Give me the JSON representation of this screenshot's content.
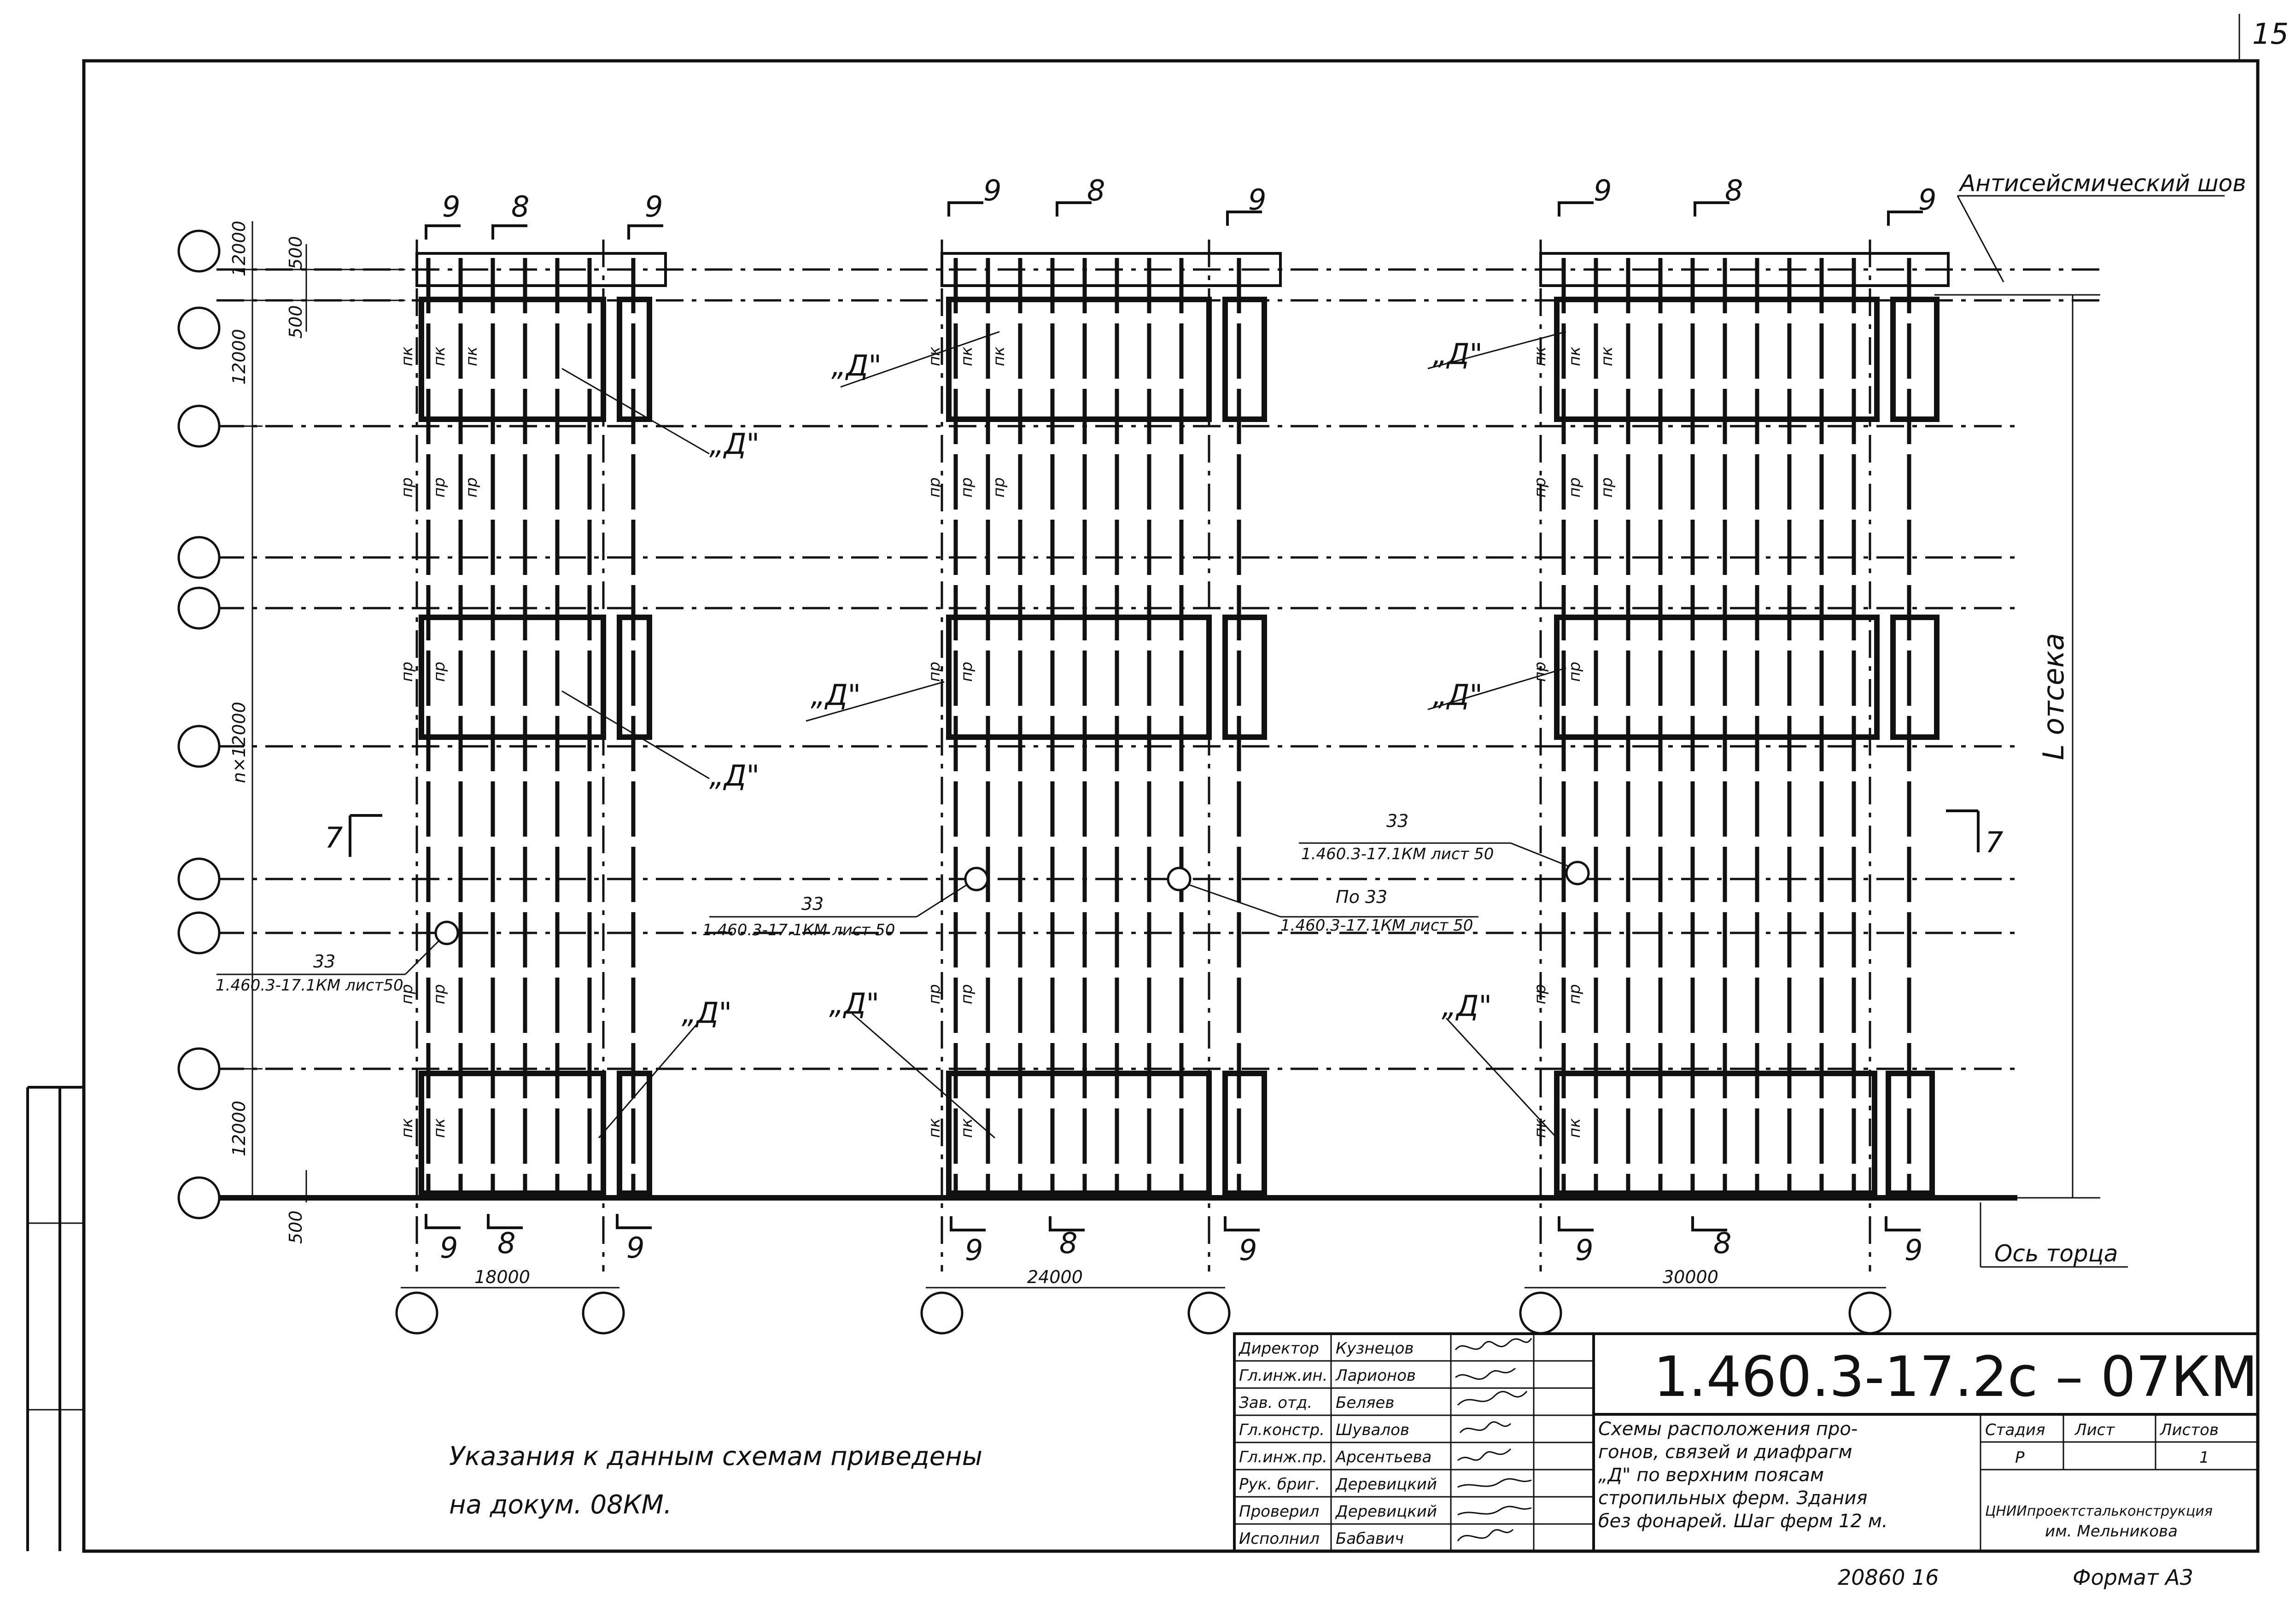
{
  "page_number": "15",
  "labels": {
    "seismic_joint": "Антисейсмический шов",
    "compartment_length": "L отсека",
    "end_axis": "Ось торца",
    "purlin_pk": "пк",
    "purlin_pr": "пр",
    "detail_d": "„Д\"",
    "section_7": "7"
  },
  "dimensions": {
    "left_12000_top": "12000",
    "left_500_top_a": "500",
    "left_500_top_b": "500",
    "left_12000_a": "12000",
    "left_n12000": "n×12000",
    "left_12000_b": "12000",
    "left_500_bottom": "500",
    "span_1": "18000",
    "span_2": "24000",
    "span_3": "30000"
  },
  "section_marks": {
    "s9": "9",
    "s8": "8"
  },
  "callouts": [
    {
      "num": "33",
      "ref": "1.460.3-17.1КМ лист50"
    },
    {
      "num": "33",
      "ref": "1.460.3-17.1КМ лист 50"
    },
    {
      "num": "По 33",
      "ref": "1.460.3-17.1КМ лист 50"
    },
    {
      "num": "33",
      "ref": "1.460.3-17.1КМ лист 50"
    }
  ],
  "note": {
    "line1": "Указания к данным схемам приведены",
    "line2": "на докум. 08КМ."
  },
  "title_block": {
    "doc_code": "1.460.3-17.2с – 07КМ",
    "title_lines": [
      "Схемы расположения про-",
      "гонов, связей и диафрагм",
      "„Д\" по верхним поясам",
      "стропильных ферм. Здания",
      "без фонарей. Шаг ферм 12 м."
    ],
    "stage_header": "Стадия",
    "sheet_header": "Лист",
    "sheets_header": "Листов",
    "stage": "Р",
    "sheets": "1",
    "organization": "ЦНИИпроектстальконструкция",
    "organization_sub": "им. Мельникова",
    "staff": [
      {
        "role": "Директор",
        "name": "Кузнецов"
      },
      {
        "role": "Гл.инж.ин.",
        "name": "Ларионов"
      },
      {
        "role": "Зав. отд.",
        "name": "Беляев"
      },
      {
        "role": "Гл.констр.",
        "name": "Шувалов"
      },
      {
        "role": "Гл.инж.пр.",
        "name": "Арсентьева"
      },
      {
        "role": "Рук. бриг.",
        "name": "Деревицкий"
      },
      {
        "role": "Проверил",
        "name": "Деревицкий"
      },
      {
        "role": "Исполнил",
        "name": "Бабавич"
      }
    ]
  },
  "footer": {
    "archive": "20860 16",
    "format": "Формат А3"
  }
}
